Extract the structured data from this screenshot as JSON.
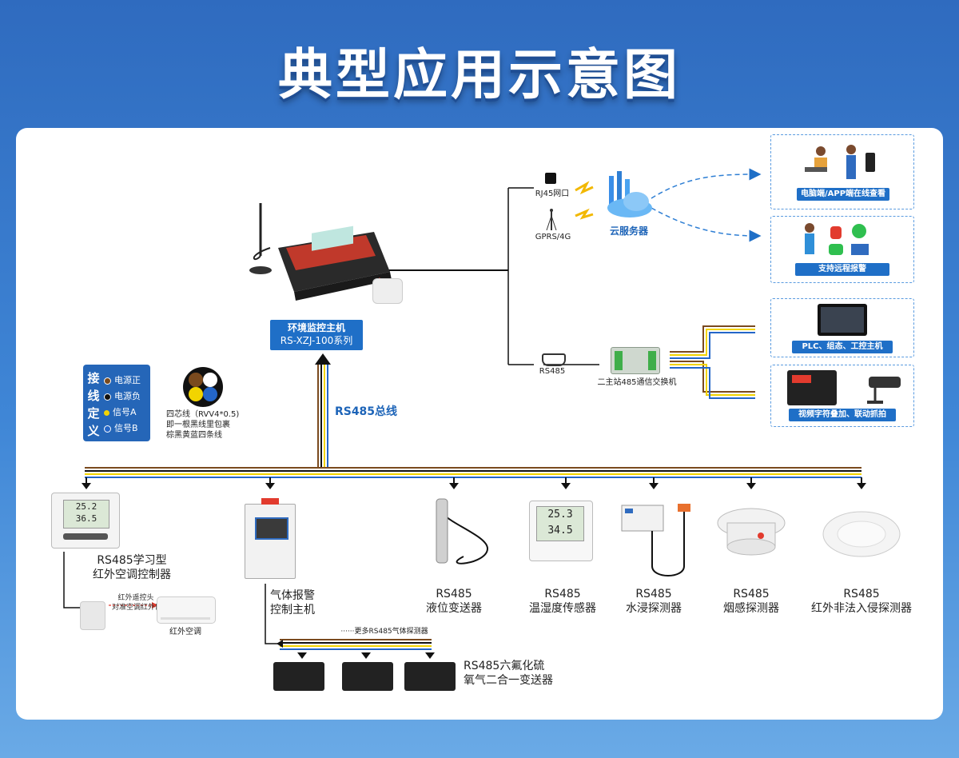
{
  "title": "典型应用示意图",
  "host": {
    "name": "环境监控主机",
    "model": "RS-XZJ-100系列"
  },
  "bus_label": "RS485总线",
  "legend": {
    "vertical_title": [
      "接",
      "线",
      "定",
      "义"
    ],
    "items": [
      {
        "label": "电源正",
        "color": "#7a4a1e"
      },
      {
        "label": "电源负",
        "color": "#111111"
      },
      {
        "label": "信号A",
        "color": "#f2d400"
      },
      {
        "label": "信号B",
        "color": "#2466c8"
      }
    ],
    "cable_note": [
      "四芯线（RVV4*0.5)",
      "即一根黑线里包裹",
      "棕黑黄蓝四条线"
    ]
  },
  "network": {
    "rj45": "RJ45网口",
    "gprs": "GPRS/4G",
    "cloud": "云服务器",
    "rs485": "RS485",
    "switch": "二主站485通信交换机"
  },
  "outputs": [
    {
      "label": "电脑端/APP端在线查看"
    },
    {
      "label": "支持远程报警"
    },
    {
      "label": "PLC、组态、工控主机"
    },
    {
      "label": "视频字符叠加、联动抓拍"
    }
  ],
  "sensors": [
    {
      "lines": [
        "RS485学习型",
        "红外空调控制器"
      ]
    },
    {
      "lines": [
        "气体报警",
        "控制主机"
      ]
    },
    {
      "lines": [
        "RS485",
        "液位变送器"
      ]
    },
    {
      "lines": [
        "RS485",
        "温湿度传感器"
      ]
    },
    {
      "lines": [
        "RS485",
        "水浸探测器"
      ]
    },
    {
      "lines": [
        "RS485",
        "烟感探测器"
      ]
    },
    {
      "lines": [
        "RS485",
        "红外非法入侵探测器"
      ]
    }
  ],
  "ac": {
    "remote_note": [
      "红外遥控头",
      "对准空调红外口"
    ],
    "ac_label": "红外空调"
  },
  "gas": {
    "more_note": "······更多RS485气体探测器",
    "transmitter": [
      "RS485六氟化硫",
      "氧气二合一变送器"
    ]
  },
  "display_values": {
    "th1_temp": "25.2",
    "th1_hum": "36.5",
    "th2_temp": "25.3",
    "th2_hum": "34.5"
  }
}
